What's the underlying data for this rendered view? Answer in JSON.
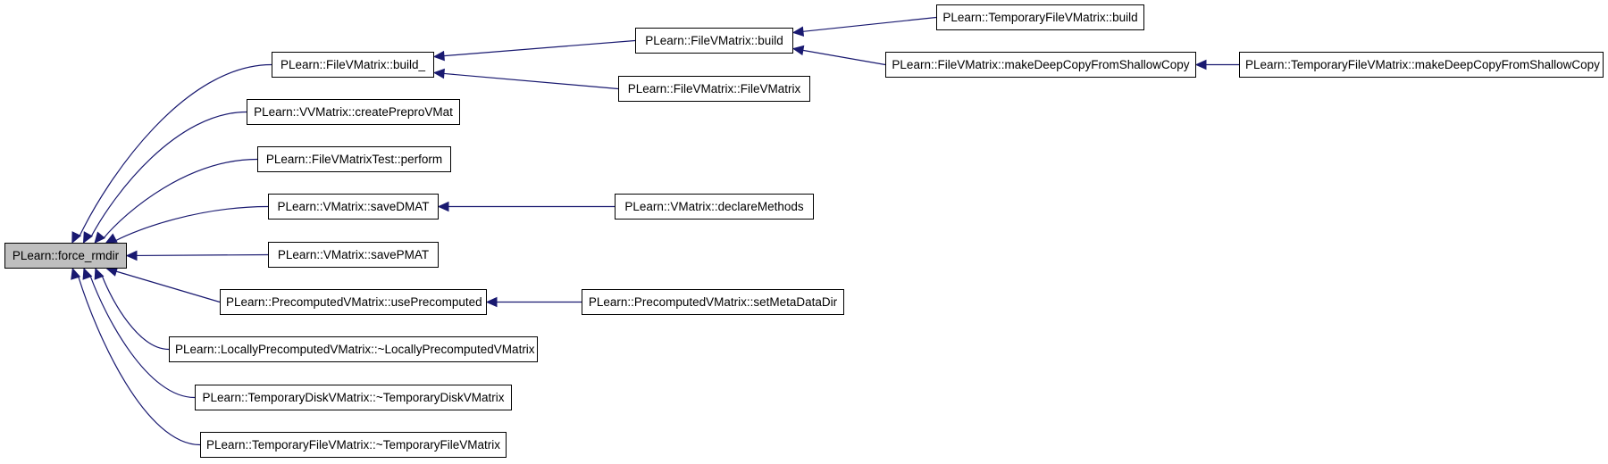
{
  "graph": {
    "edge_color": "#191970",
    "root_fill": "#bfbfbf",
    "node_border": "#000000",
    "nodes": [
      {
        "id": "force_rmdir",
        "label": "PLearn::force_rmdir",
        "root": true
      },
      {
        "id": "fvm_build_",
        "label": "PLearn::FileVMatrix::build_"
      },
      {
        "id": "vvm_create",
        "label": "PLearn::VVMatrix::createPreproVMat"
      },
      {
        "id": "fvmtest_perform",
        "label": "PLearn::FileVMatrixTest::perform"
      },
      {
        "id": "vm_savedmat",
        "label": "PLearn::VMatrix::saveDMAT"
      },
      {
        "id": "vm_savepmat",
        "label": "PLearn::VMatrix::savePMAT"
      },
      {
        "id": "pvm_useprecomputed",
        "label": "PLearn::PrecomputedVMatrix::usePrecomputed"
      },
      {
        "id": "lpvm_dtor",
        "label": "PLearn::LocallyPrecomputedVMatrix::~LocallyPrecomputedVMatrix"
      },
      {
        "id": "tdvm_dtor",
        "label": "PLearn::TemporaryDiskVMatrix::~TemporaryDiskVMatrix"
      },
      {
        "id": "tfvm_dtor",
        "label": "PLearn::TemporaryFileVMatrix::~TemporaryFileVMatrix"
      },
      {
        "id": "fvm_build",
        "label": "PLearn::FileVMatrix::build"
      },
      {
        "id": "fvm_ctor",
        "label": "PLearn::FileVMatrix::FileVMatrix"
      },
      {
        "id": "vm_declare",
        "label": "PLearn::VMatrix::declareMethods"
      },
      {
        "id": "pvm_setmeta",
        "label": "PLearn::PrecomputedVMatrix::setMetaDataDir"
      },
      {
        "id": "tfvm_build",
        "label": "PLearn::TemporaryFileVMatrix::build"
      },
      {
        "id": "fvm_deepcopy",
        "label": "PLearn::FileVMatrix::makeDeepCopyFromShallowCopy"
      },
      {
        "id": "tfvm_deepcopy",
        "label": "PLearn::TemporaryFileVMatrix::makeDeepCopyFromShallowCopy"
      }
    ],
    "edges": [
      {
        "from": "fvm_build_",
        "to": "force_rmdir"
      },
      {
        "from": "vvm_create",
        "to": "force_rmdir"
      },
      {
        "from": "fvmtest_perform",
        "to": "force_rmdir"
      },
      {
        "from": "vm_savedmat",
        "to": "force_rmdir"
      },
      {
        "from": "vm_savepmat",
        "to": "force_rmdir"
      },
      {
        "from": "pvm_useprecomputed",
        "to": "force_rmdir"
      },
      {
        "from": "lpvm_dtor",
        "to": "force_rmdir"
      },
      {
        "from": "tdvm_dtor",
        "to": "force_rmdir"
      },
      {
        "from": "tfvm_dtor",
        "to": "force_rmdir"
      },
      {
        "from": "fvm_build",
        "to": "fvm_build_"
      },
      {
        "from": "fvm_ctor",
        "to": "fvm_build_"
      },
      {
        "from": "tfvm_build",
        "to": "fvm_build"
      },
      {
        "from": "fvm_deepcopy",
        "to": "fvm_build"
      },
      {
        "from": "tfvm_deepcopy",
        "to": "fvm_deepcopy"
      },
      {
        "from": "vm_declare",
        "to": "vm_savedmat"
      },
      {
        "from": "pvm_setmeta",
        "to": "pvm_useprecomputed"
      }
    ]
  }
}
